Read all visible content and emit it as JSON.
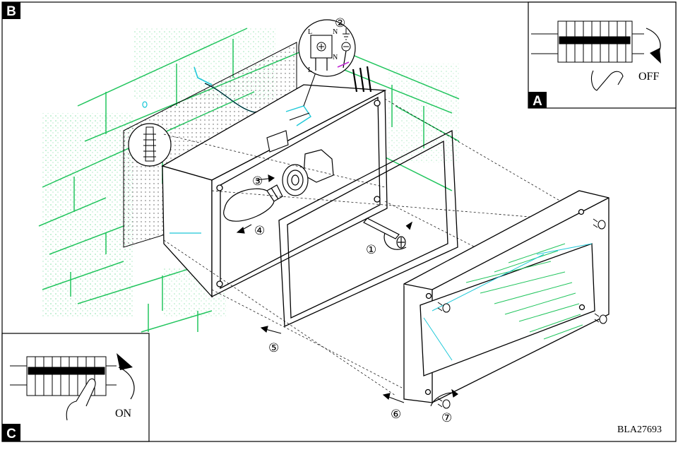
{
  "panels": {
    "main": {
      "tag": "B"
    },
    "off_inset": {
      "tag": "A",
      "label": "OFF"
    },
    "on_inset": {
      "tag": "C",
      "label": "ON"
    }
  },
  "wiring": {
    "marker": "②",
    "terminal_l": "L",
    "terminal_n": "N"
  },
  "steps": {
    "s1": "①",
    "s3": "③",
    "s4": "④",
    "s5": "⑤",
    "s6": "⑥",
    "s7": "⑦"
  },
  "model_code": "BLA27693",
  "colors": {
    "line": "#000000",
    "wall": "#22c55e",
    "cable": "#1ec8d8",
    "earth_wire": "#c026d3",
    "tag_bg": "#000000"
  }
}
